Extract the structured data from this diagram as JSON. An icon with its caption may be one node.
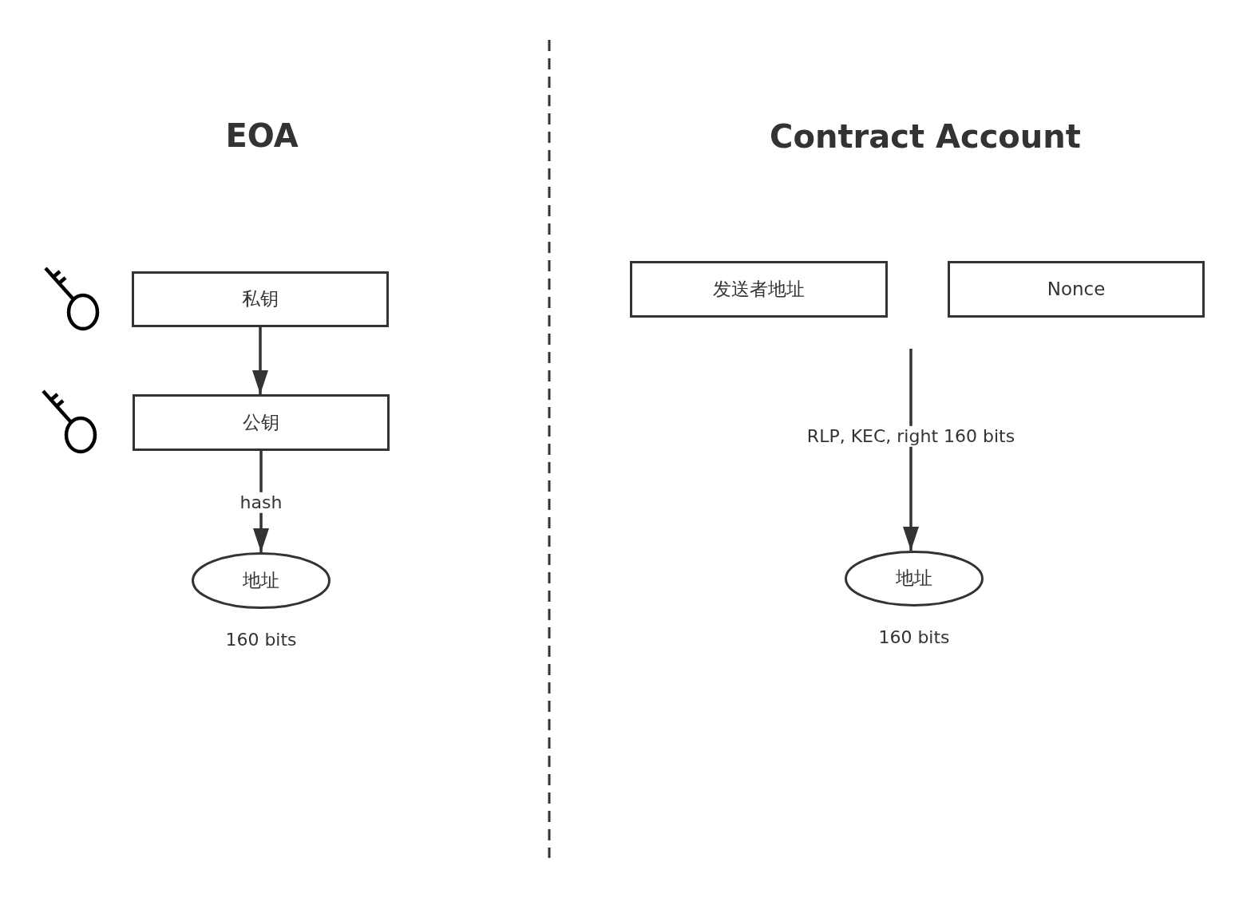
{
  "diagram": {
    "nodes": [
      {
        "text": [
          "私钥"
        ]
      },
      {
        "text": [
          "公钥"
        ]
      },
      {
        "text": [
          "地址"
        ],
        "beside": [
          "160 bits"
        ]
      },
      {
        "text": [
          "发送者地址"
        ]
      },
      {
        "text": [
          "Nonce"
        ]
      },
      {
        "text": [
          "地址"
        ],
        "beside": [
          "160 bits"
        ]
      }
    ],
    "edges": [
      {
        "from": 0,
        "to": 1,
        "arrow": "to"
      },
      {
        "from": 1,
        "to": 2,
        "arrow": "to",
        "label": "hash"
      },
      {
        "from": null,
        "to": 5,
        "arrow": "to",
        "label": "RLP, KEC, right 160 bits"
      }
    ],
    "labels": [
      "EOA",
      "Contract Account"
    ]
  }
}
